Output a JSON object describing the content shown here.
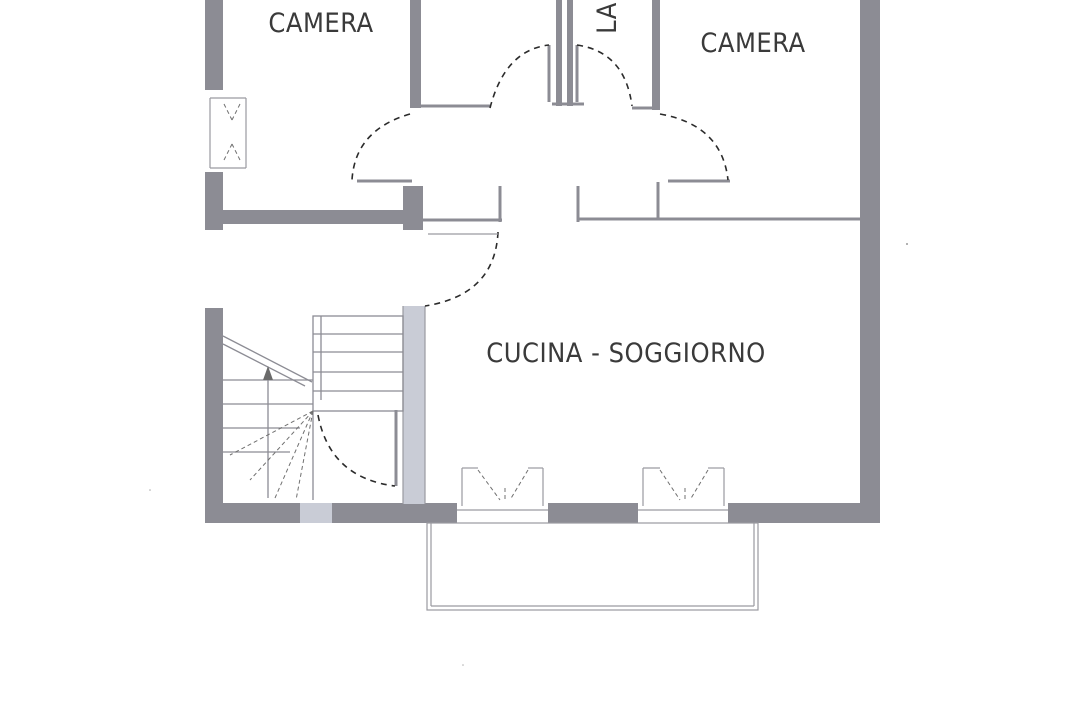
{
  "rooms": {
    "camera_left": "CAMERA",
    "camera_right": "CAMERA",
    "laundry": "LA",
    "kitchen_living": "CUCINA - SOGGIORNO"
  },
  "colors": {
    "wall": "#8c8c94",
    "wall_light": "#c9ccd6",
    "door_swing": "#2b2b2b",
    "text": "#3a3a3a"
  }
}
